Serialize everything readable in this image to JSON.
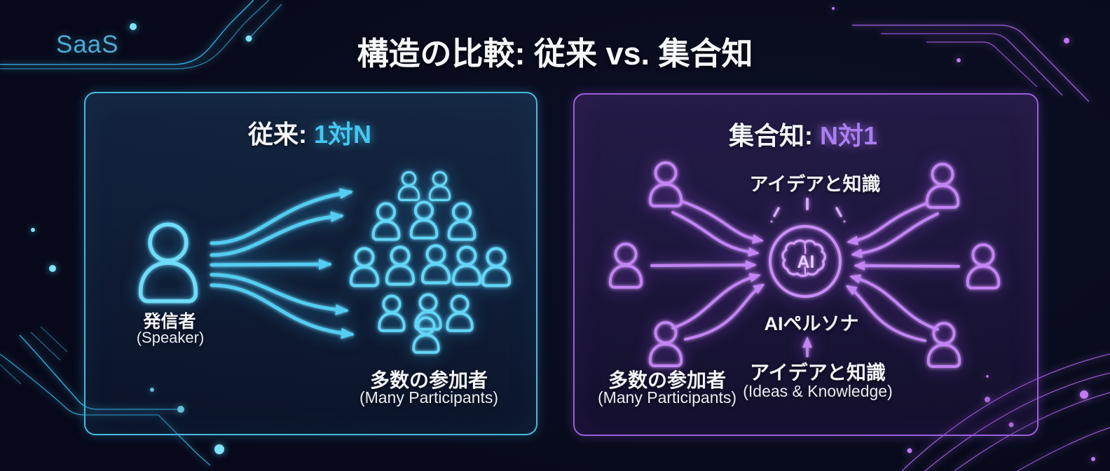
{
  "brand": "SaaS",
  "title": "構造の比較: 従来 vs. 集合知",
  "colors": {
    "background": "#0a0d1e",
    "cyan_accent": "#45c6f2",
    "purple_accent": "#a97ef2",
    "panel_left_border": "#49b8dd",
    "panel_right_border": "#9a5fd8",
    "text_primary": "#f3f5f9"
  },
  "left_panel": {
    "heading_prefix": "従来: ",
    "heading_highlight": "1対N",
    "speaker_label_jp": "発信者",
    "speaker_label_en": "(Speaker)",
    "participants_label_jp": "多数の参加者",
    "participants_label_en": "(Many Participants)"
  },
  "right_panel": {
    "heading_prefix": "集合知: ",
    "heading_highlight": "N対1",
    "ideas_top_label": "アイデアと知識",
    "ai_core_label": "AI",
    "ai_persona_label": "AIペルソナ",
    "participants_label_jp": "多数の参加者",
    "participants_label_en": "(Many Participants)",
    "ideas_bottom_label_jp": "アイデアと知識",
    "ideas_bottom_label_en": "(Ideas & Knowledge)"
  }
}
